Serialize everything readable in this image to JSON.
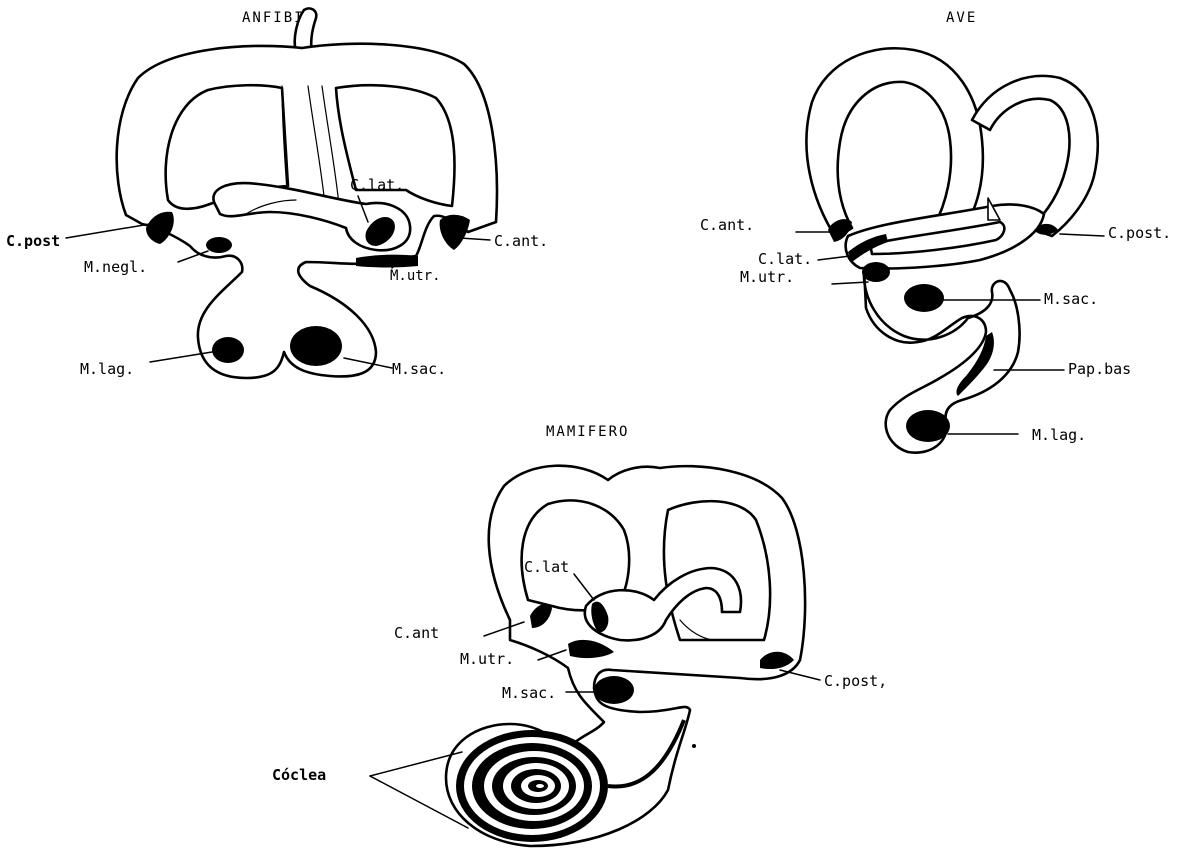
{
  "colors": {
    "ink": "#000000",
    "paper": "#ffffff"
  },
  "panels": {
    "anfibio": {
      "title": "ANFIBIO",
      "labels": {
        "c_post": "C.post",
        "c_lat": "C.lat.",
        "c_ant": "C.ant.",
        "m_negl": "M.negl.",
        "m_utr": "M.utr.",
        "m_lag": "M.lag.",
        "m_sac": "M.sac."
      }
    },
    "ave": {
      "title": "AVE",
      "labels": {
        "c_ant": "C.ant.",
        "c_post": "C.post.",
        "c_lat": "C.lat.",
        "m_utr": "M.utr.",
        "m_sac": "M.sac.",
        "pap_bas": "Pap.bas",
        "m_lag": "M.lag."
      }
    },
    "mamifero": {
      "title": "MAMIFERO",
      "labels": {
        "c_lat": "C.lat",
        "c_ant": "C.ant",
        "m_utr": "M.utr.",
        "c_post": "C.post,",
        "m_sac": "M.sac.",
        "coclea": "Cóclea"
      }
    }
  }
}
